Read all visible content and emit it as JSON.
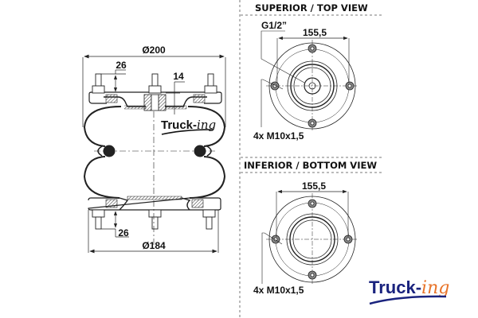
{
  "side_view": {
    "top_diameter": "Ø200",
    "bottom_diameter": "Ø184",
    "top_stud_height": "26",
    "bottom_stud_height": "26",
    "center_insert": "14",
    "logo": {
      "main": "Truck-",
      "suffix": "ing"
    }
  },
  "top_view": {
    "title": "SUPERIOR / TOP VIEW",
    "port_label": "G1/2”",
    "bolt_spacing": "155,5",
    "bolt_label": "4x M10x1,5"
  },
  "bottom_view": {
    "title": "INFERIOR / BOTTOM VIEW",
    "bolt_spacing": "155,5",
    "bolt_label": "4x M10x1,5"
  },
  "brand_logo": {
    "main": "Truck-",
    "suffix": "ing"
  },
  "colors": {
    "line": "#222222",
    "logo_blue": "#1a237e",
    "logo_orange": "#e8742a"
  }
}
